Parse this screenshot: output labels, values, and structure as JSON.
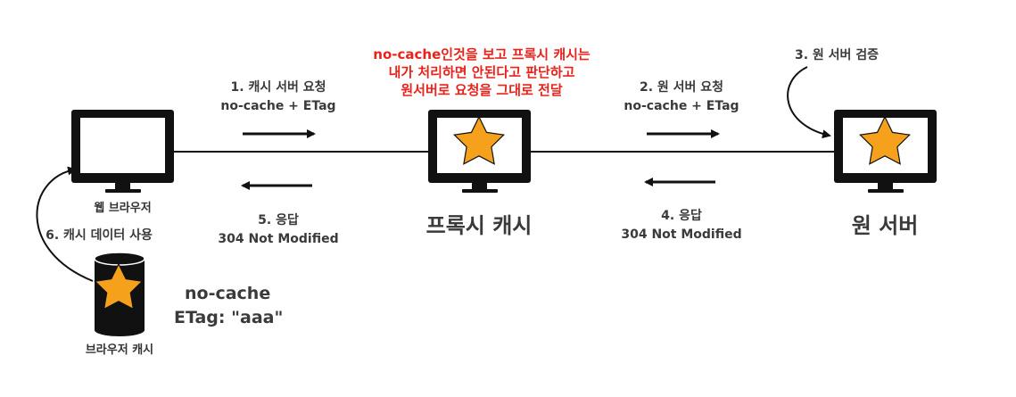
{
  "nodes": {
    "browser": "웹 브라우저",
    "proxy": "프록시 캐시",
    "origin": "원 서버",
    "browser_cache": "브라우저 캐시"
  },
  "steps": {
    "s1": [
      "1. 캐시 서버 요청",
      "no-cache + ETag"
    ],
    "s2": [
      "2. 원 서버 요청",
      "no-cache + ETag"
    ],
    "s3": "3. 원 서버 검증",
    "s4": [
      "4. 응답",
      "304 Not Modified"
    ],
    "s5": [
      "5. 응답",
      "304 Not Modified"
    ],
    "s6": "6. 캐시 데이터 사용"
  },
  "note": [
    "no-cache인것을 보고 프록시 캐시는",
    "내가 처리하면 안된다고 판단하고",
    "원서버로 요청을 그대로 전달"
  ],
  "cache_headers": [
    "no-cache",
    "ETag: \"aaa\""
  ],
  "colors": {
    "star": "#f5a11c",
    "highlight": "#e8231c",
    "device": "#111111"
  }
}
